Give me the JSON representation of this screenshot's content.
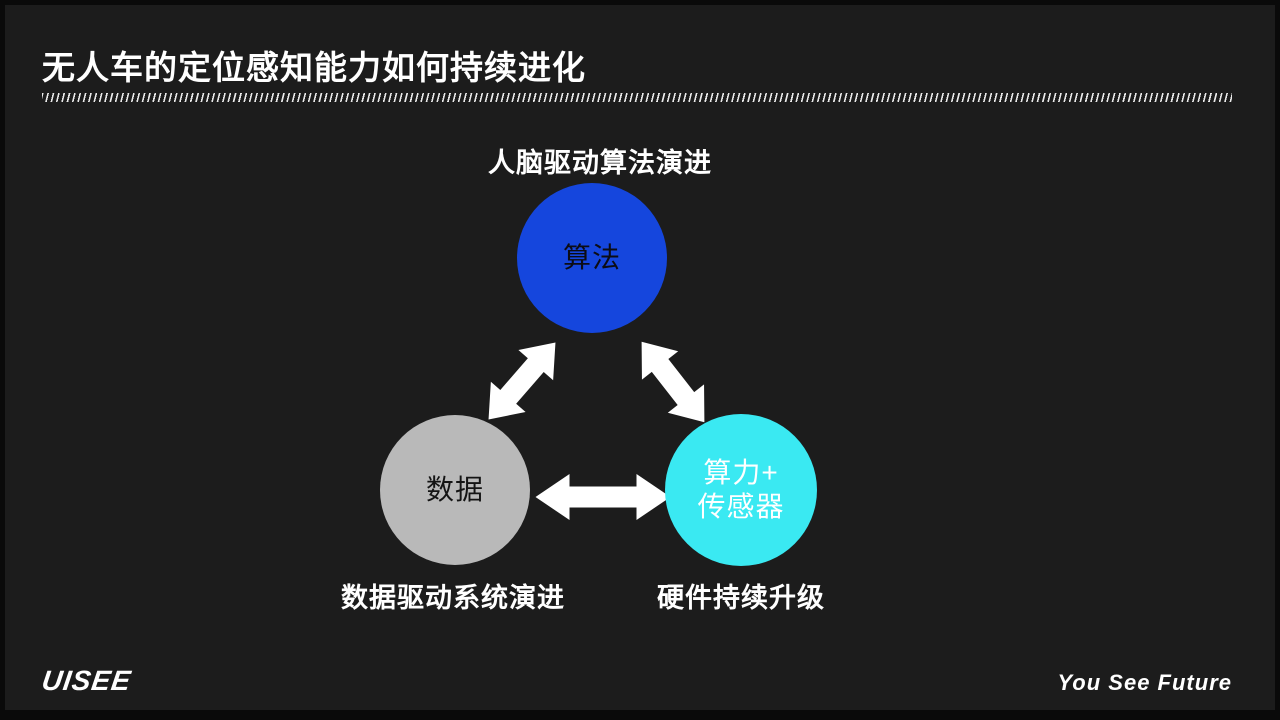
{
  "header": {
    "title": "无人车的定位感知能力如何持续进化"
  },
  "diagram": {
    "top_caption": "人脑驱动算法演进",
    "algorithm_label": "算法",
    "data_label": "数据",
    "compute_label": "算力+\n传感器",
    "data_caption": "数据驱动系统演进",
    "compute_caption": "硬件持续升级",
    "colors": {
      "algorithm": "#1546dd",
      "data": "#b9b9b9",
      "compute": "#3ae9f2",
      "arrow": "#ffffff",
      "background": "#1c1c1c"
    }
  },
  "footer": {
    "logo": "UISEE",
    "tagline": "You See Future"
  }
}
